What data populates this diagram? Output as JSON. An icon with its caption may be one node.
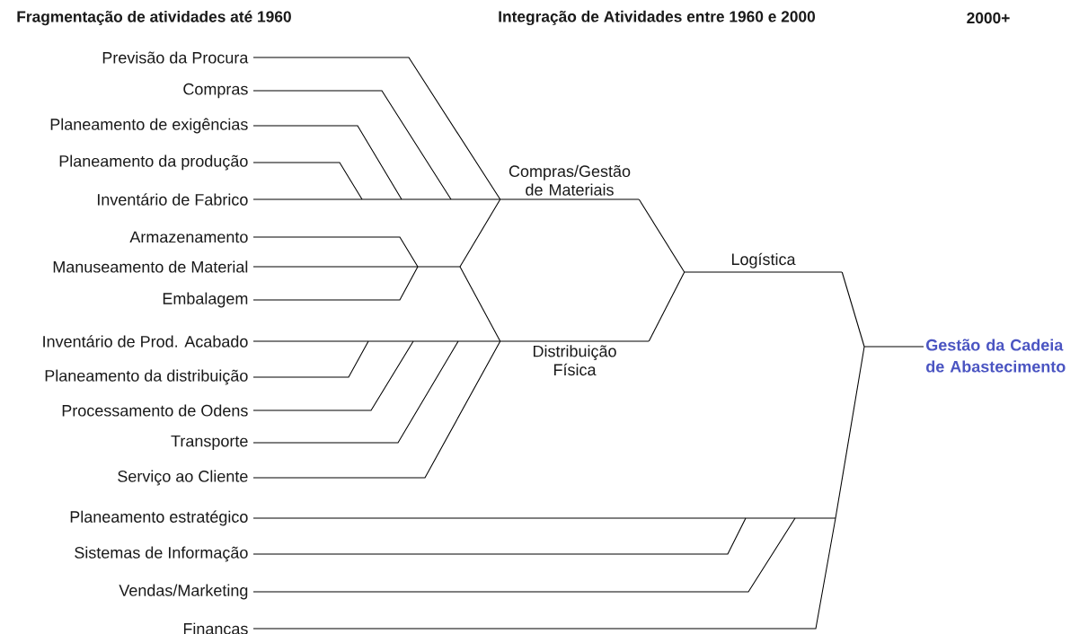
{
  "diagram": {
    "nodes": [
      {
        "text": [
          "Previsão da Procura"
        ]
      },
      {
        "text": [
          "Compras"
        ]
      },
      {
        "text": [
          "Planeamento de exigências"
        ]
      },
      {
        "text": [
          "Planeamento da produção"
        ]
      },
      {
        "text": [
          "Inventário de Fabrico"
        ]
      },
      {
        "text": [
          "Armazenamento"
        ]
      },
      {
        "text": [
          "Manuseamento de Material"
        ]
      },
      {
        "text": [
          "Embalagem"
        ]
      },
      {
        "text": [
          "Inventário de Prod. Acabado"
        ]
      },
      {
        "text": [
          "Planeamento da distribuição"
        ]
      },
      {
        "text": [
          "Processamento de Odens"
        ]
      },
      {
        "text": [
          "Transporte"
        ]
      },
      {
        "text": [
          "Serviço ao Cliente"
        ]
      },
      {
        "text": [
          "Planeamento estratégico"
        ]
      },
      {
        "text": [
          "Sistemas de Informação"
        ]
      },
      {
        "text": [
          "Vendas/Marketing"
        ]
      },
      {
        "text": [
          "Financas"
        ]
      },
      {
        "text": [
          "Compras/Gestão de Materiais"
        ]
      },
      {
        "text": [
          "Distribuição Física"
        ]
      },
      {
        "text": [
          "Logística"
        ]
      },
      {
        "text": [
          "Gestão da Cadeia de Abastecimento"
        ]
      }
    ],
    "edges": [
      {
        "from": 0,
        "to": 17,
        "arrow": "none"
      },
      {
        "from": 1,
        "to": 17,
        "arrow": "none"
      },
      {
        "from": 2,
        "to": 17,
        "arrow": "none"
      },
      {
        "from": 3,
        "to": 17,
        "arrow": "none"
      },
      {
        "from": 4,
        "to": 17,
        "arrow": "none"
      },
      {
        "from": 5,
        "to": 17,
        "arrow": "none"
      },
      {
        "from": 6,
        "to": 17,
        "arrow": "none"
      },
      {
        "from": 7,
        "to": 17,
        "arrow": "none"
      },
      {
        "from": 5,
        "to": 18,
        "arrow": "none"
      },
      {
        "from": 6,
        "to": 18,
        "arrow": "none"
      },
      {
        "from": 7,
        "to": 18,
        "arrow": "none"
      },
      {
        "from": 8,
        "to": 18,
        "arrow": "none"
      },
      {
        "from": 9,
        "to": 18,
        "arrow": "none"
      },
      {
        "from": 10,
        "to": 18,
        "arrow": "none"
      },
      {
        "from": 11,
        "to": 18,
        "arrow": "none"
      },
      {
        "from": 12,
        "to": 18,
        "arrow": "none"
      },
      {
        "from": 17,
        "to": 19,
        "arrow": "none"
      },
      {
        "from": 18,
        "to": 19,
        "arrow": "none"
      },
      {
        "from": 19,
        "to": 20,
        "arrow": "none"
      },
      {
        "from": 13,
        "to": 20,
        "arrow": "none"
      },
      {
        "from": 14,
        "to": 20,
        "arrow": "none"
      },
      {
        "from": 15,
        "to": 20,
        "arrow": "none"
      },
      {
        "from": 16,
        "to": 20,
        "arrow": "none"
      }
    ],
    "labels": [
      "Fragmentação de atividades até 1960",
      "Integração de Atividades entre 1960 e 2000",
      "2000+"
    ]
  }
}
